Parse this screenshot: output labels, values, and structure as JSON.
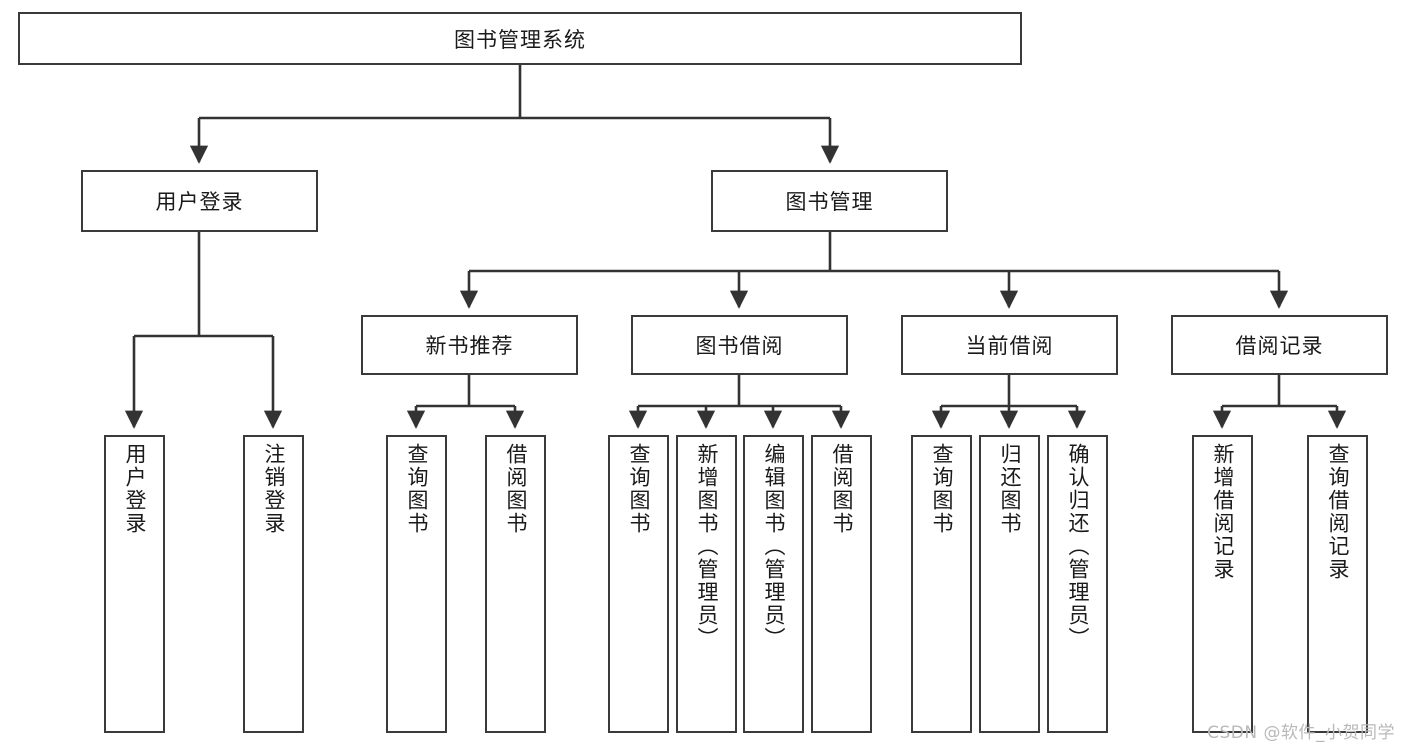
{
  "diagram": {
    "type": "tree",
    "title_node": {
      "label": "图书管理系统",
      "level": 0
    },
    "level1": [
      {
        "id": "user-login",
        "label": "用户登录"
      },
      {
        "id": "book-management",
        "label": "图书管理"
      }
    ],
    "level2": [
      {
        "id": "new-book-recommend",
        "label": "新书推荐",
        "parent": "book-management"
      },
      {
        "id": "book-borrow",
        "label": "图书借阅",
        "parent": "book-management"
      },
      {
        "id": "current-borrow",
        "label": "当前借阅",
        "parent": "book-management"
      },
      {
        "id": "borrow-record",
        "label": "借阅记录",
        "parent": "book-management"
      }
    ],
    "leaves": {
      "user-login": [
        {
          "id": "leaf-user-login",
          "label": "用户登录"
        },
        {
          "id": "leaf-user-logout",
          "label": "注销登录"
        }
      ],
      "new-book-recommend": [
        {
          "id": "leaf-query-book-1",
          "label": "查询图书"
        },
        {
          "id": "leaf-borrow-book-1",
          "label": "借阅图书"
        }
      ],
      "book-borrow": [
        {
          "id": "leaf-query-book-2",
          "label": "查询图书"
        },
        {
          "id": "leaf-add-book",
          "label": "新增图书（管理员）"
        },
        {
          "id": "leaf-edit-book",
          "label": "编辑图书（管理员）"
        },
        {
          "id": "leaf-borrow-book-2",
          "label": "借阅图书"
        }
      ],
      "current-borrow": [
        {
          "id": "leaf-query-book-3",
          "label": "查询图书"
        },
        {
          "id": "leaf-return-book",
          "label": "归还图书"
        },
        {
          "id": "leaf-confirm-return",
          "label": "确认归还（管理员）"
        }
      ],
      "borrow-record": [
        {
          "id": "leaf-add-record",
          "label": "新增借阅记录"
        },
        {
          "id": "leaf-query-record",
          "label": "查询借阅记录"
        }
      ]
    }
  },
  "watermark": {
    "text": "CSDN @软件_小贺同学"
  },
  "colors": {
    "box_border": "#3a3a3a",
    "box_fill": "#ffffff",
    "text": "#1a1a1a",
    "connector": "#333333",
    "watermark": "#b9b9b9",
    "background": "#ffffff"
  }
}
